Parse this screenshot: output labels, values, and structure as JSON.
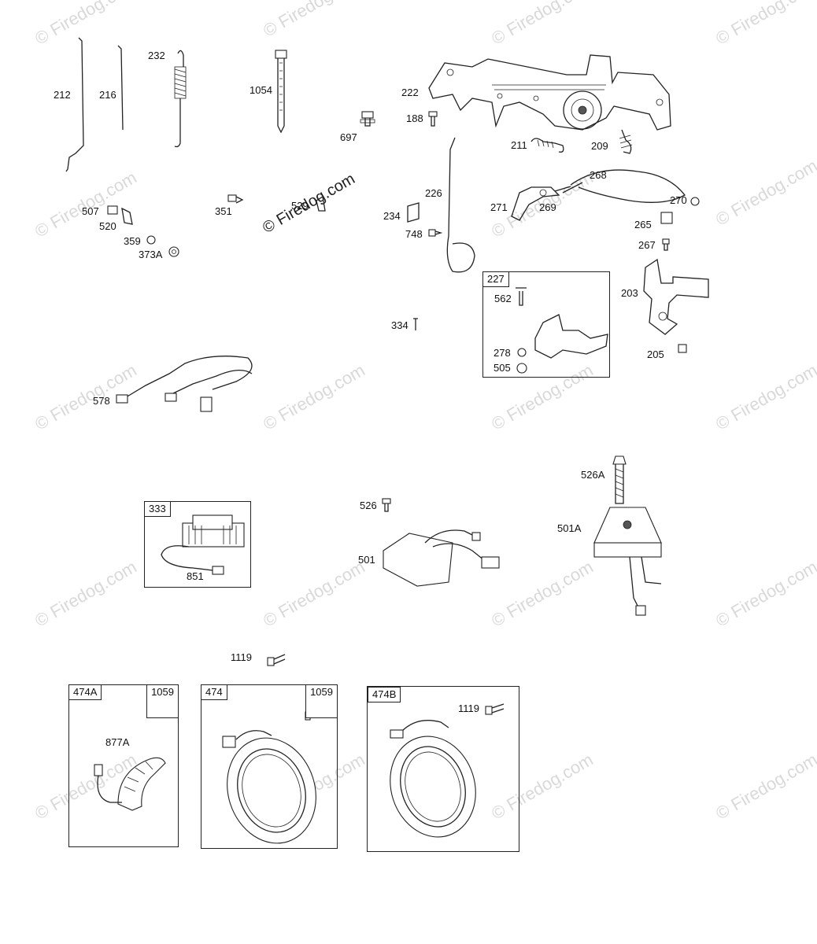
{
  "watermark": "© Firedog.com",
  "center_watermark": "© Firedog.com",
  "callouts": {
    "p212": "212",
    "p216": "216",
    "p232": "232",
    "p1054": "1054",
    "p222": "222",
    "p188": "188",
    "p697": "697",
    "p211": "211",
    "p209": "209",
    "p268": "268",
    "p226": "226",
    "p271": "271",
    "p269": "269",
    "p270": "270",
    "p507": "507",
    "p520": "520",
    "p359": "359",
    "p373a": "373A",
    "p351": "351",
    "p529": "529",
    "p234": "234",
    "p748": "748",
    "p265": "265",
    "p267": "267",
    "p203": "203",
    "p205": "205",
    "p562": "562",
    "p278": "278",
    "p505": "505",
    "p334": "334",
    "p578": "578",
    "p526a": "526A",
    "p526": "526",
    "p501a": "501A",
    "p501": "501",
    "p851": "851",
    "p1119a": "1119",
    "p877a": "877A",
    "p1119b": "1119"
  },
  "boxes": {
    "b227": "227",
    "b333": "333",
    "b474a": "474A",
    "b474a_sub": "1059",
    "b474": "474",
    "b474_sub": "1059",
    "b474b": "474B"
  }
}
